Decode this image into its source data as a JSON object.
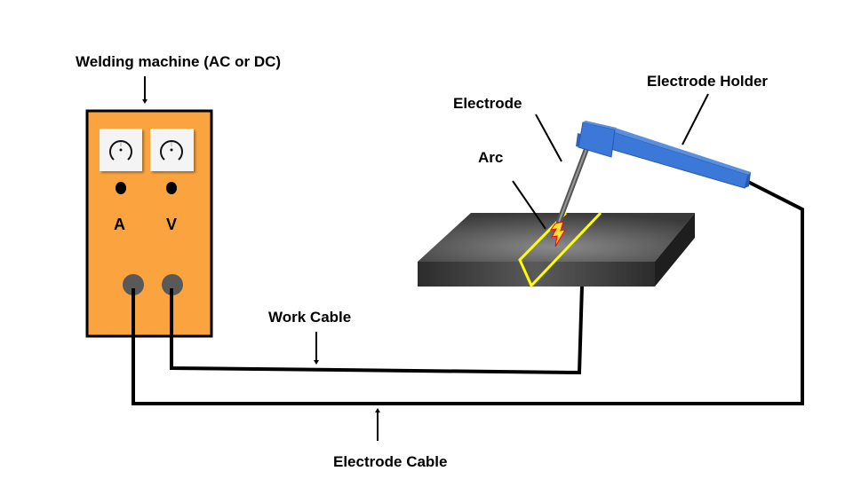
{
  "labels": {
    "machine": "Welding machine (AC or DC)",
    "electrode": "Electrode",
    "holder": "Electrode Holder",
    "arc": "Arc",
    "work_cable": "Work Cable",
    "electrode_cable": "Electrode Cable",
    "ammeter": "A",
    "voltmeter": "V"
  },
  "colors": {
    "machine_body": "#FBA43F",
    "holder": "#3C78D8",
    "workpiece": "#4a4a4a",
    "weld_line": "#FFFF00",
    "arc_fill": "#FFE033",
    "arc_outline": "#FF0000",
    "terminal": "#595959",
    "cable": "#000000"
  },
  "meters": [
    {
      "name": "ammeter",
      "icon": "gauge-icon"
    },
    {
      "name": "voltmeter",
      "icon": "gauge-icon"
    }
  ]
}
